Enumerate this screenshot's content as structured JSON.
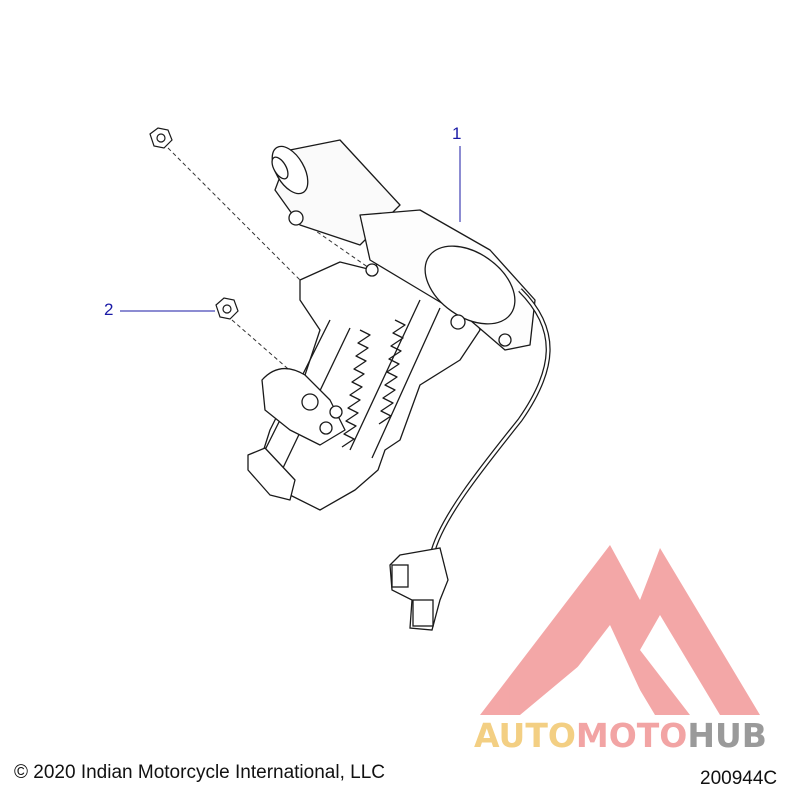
{
  "diagram": {
    "callouts": [
      {
        "number": "1"
      },
      {
        "number": "2"
      }
    ],
    "copyright": "© 2020 Indian Motorcycle International, LLC",
    "drawing_id": "200944C",
    "watermark": {
      "part1": "AUTO",
      "part2": "MOTO",
      "part3": "HUB",
      "colors": {
        "auto": "#f3cf83",
        "moto": "#f2a4a4",
        "hub": "#9a9a9a",
        "logo": "#f08a8a"
      }
    },
    "line_color": "#1a1a1a",
    "callout_color": "#1a1aa6"
  }
}
